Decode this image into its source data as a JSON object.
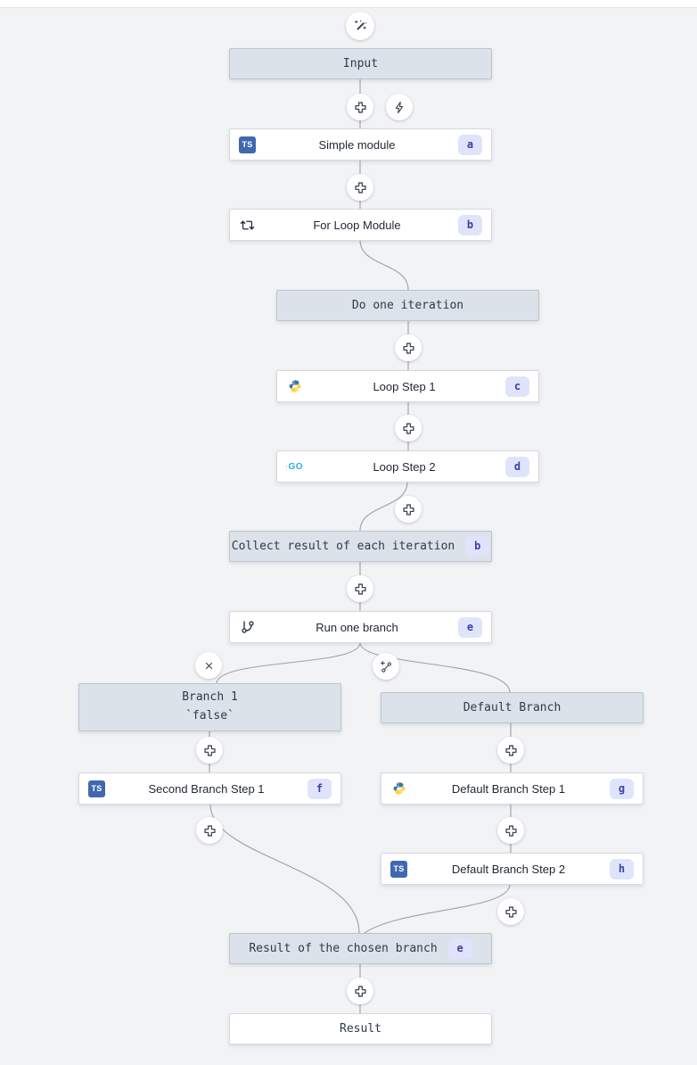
{
  "nodes": {
    "input": {
      "label": "Input"
    },
    "simple_module": {
      "label": "Simple module",
      "badge": "a",
      "language": "typescript"
    },
    "for_loop_module": {
      "label": "For Loop Module",
      "badge": "b"
    },
    "do_one_iteration": {
      "label": "Do one iteration"
    },
    "loop_step_1": {
      "label": "Loop Step 1",
      "badge": "c",
      "language": "python"
    },
    "loop_step_2": {
      "label": "Loop Step 2",
      "badge": "d",
      "language": "go"
    },
    "collect_result": {
      "label": "Collect result of each iteration",
      "badge": "b"
    },
    "run_one_branch": {
      "label": "Run one branch",
      "badge": "e"
    },
    "branch_1": {
      "label": "Branch 1",
      "sublabel": "`false`"
    },
    "default_branch": {
      "label": "Default Branch"
    },
    "second_branch_step_1": {
      "label": "Second Branch Step 1",
      "badge": "f",
      "language": "typescript"
    },
    "default_branch_step_1": {
      "label": "Default Branch Step 1",
      "badge": "g",
      "language": "python"
    },
    "default_branch_step_2": {
      "label": "Default Branch Step 2",
      "badge": "h",
      "language": "typescript"
    },
    "result_of_chosen_branch": {
      "label": "Result of the chosen branch",
      "badge": "e"
    },
    "result": {
      "label": "Result"
    }
  },
  "lang_chips": {
    "typescript": "TS",
    "go": "GO"
  },
  "icons": [
    "magic-wand-icon",
    "plus-icon",
    "zap-icon",
    "repeat-icon",
    "git-branch-icon",
    "close-icon",
    "add-branch-icon",
    "python-icon",
    "typescript-icon",
    "go-icon"
  ],
  "colors": {
    "canvas_background": "#f2f3f5",
    "header_node_background": "#dbe2ea",
    "header_node_border": "#b9c5d0",
    "module_node_background": "#ffffff",
    "badge_background": "#e0e4fb",
    "badge_text": "#3b3fa5",
    "edge": "#9aa1ab",
    "typescript_blue": "#3f68af",
    "python_blue": "#3776ab",
    "python_yellow": "#ffd43b",
    "go_cyan": "#29aee0",
    "icon_stroke": "#3f4854"
  }
}
